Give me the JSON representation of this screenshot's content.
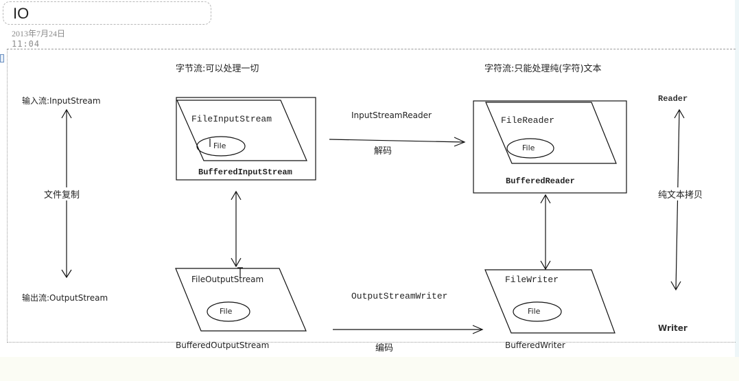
{
  "page": {
    "title": "IO",
    "date": "2013年7月24日",
    "time": "11:04"
  },
  "diagram": {
    "byte_stream_heading": "字节流:可以处理一切",
    "char_stream_heading": "字符流:只能处理纯(字符)文本",
    "input_stream_label": "输入流:InputStream",
    "output_stream_label": "输出流:OutputStream",
    "file_copy_label": "文件复制",
    "reader_label": "Reader",
    "writer_label": "Writer",
    "plain_text_copy_label": "纯文本拷贝",
    "file_input_stream": "FileInputStream",
    "buffered_input_stream": "BufferedInputStream",
    "file_output_stream": "FileOutputStream",
    "buffered_output_stream": "BufferedOutputStream",
    "file_reader": "FileReader",
    "buffered_reader": "BufferedReader",
    "file_writer": "FileWriter",
    "buffered_writer": "BufferedWriter",
    "file_ellipse": "File",
    "input_stream_reader": "InputStreamReader",
    "decode_label": "解码",
    "output_stream_writer": "OutputStreamWriter",
    "encode_label": "编码"
  }
}
